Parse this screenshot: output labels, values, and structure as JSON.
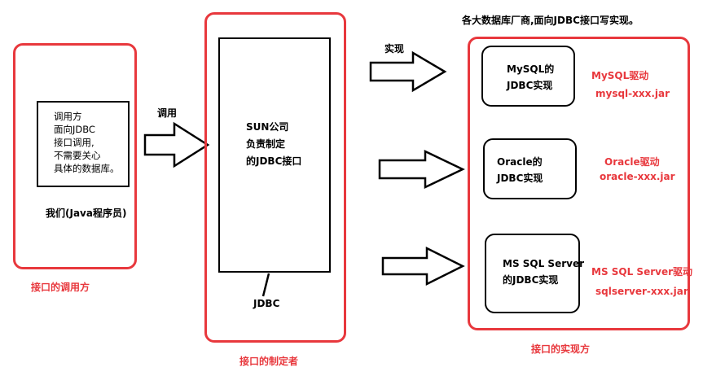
{
  "caller": {
    "box_text": [
      "调用方",
      "面向JDBC",
      "接口调用,",
      "不需要关心",
      "具体的数据库。"
    ],
    "who": "我们(Java程序员)",
    "section_label": "接口的调用方"
  },
  "arrows": {
    "call_label": "调用",
    "implement_label": "实现"
  },
  "spec": {
    "box_text": [
      "SUN公司",
      "负责制定",
      "的JDBC接口"
    ],
    "jdbc_label": "JDBC",
    "section_label": "接口的制定者"
  },
  "implementors": {
    "top_note": "各大数据库厂商,面向JDBC接口写实现。",
    "section_label": "接口的实现方",
    "items": [
      {
        "box_text": [
          "MySQL的",
          "JDBC实现"
        ],
        "driver": "MySQL驱动",
        "jar": "mysql-xxx.jar"
      },
      {
        "box_text": [
          "Oracle的",
          "JDBC实现"
        ],
        "driver": "Oracle驱动",
        "jar": "oracle-xxx.jar"
      },
      {
        "box_text": [
          "MS SQL Server",
          "的JDBC实现"
        ],
        "driver": "MS SQL Server驱动",
        "jar": "sqlserver-xxx.jar"
      }
    ]
  },
  "colors": {
    "accent_red": "#e8383d",
    "line_black": "#000000"
  }
}
